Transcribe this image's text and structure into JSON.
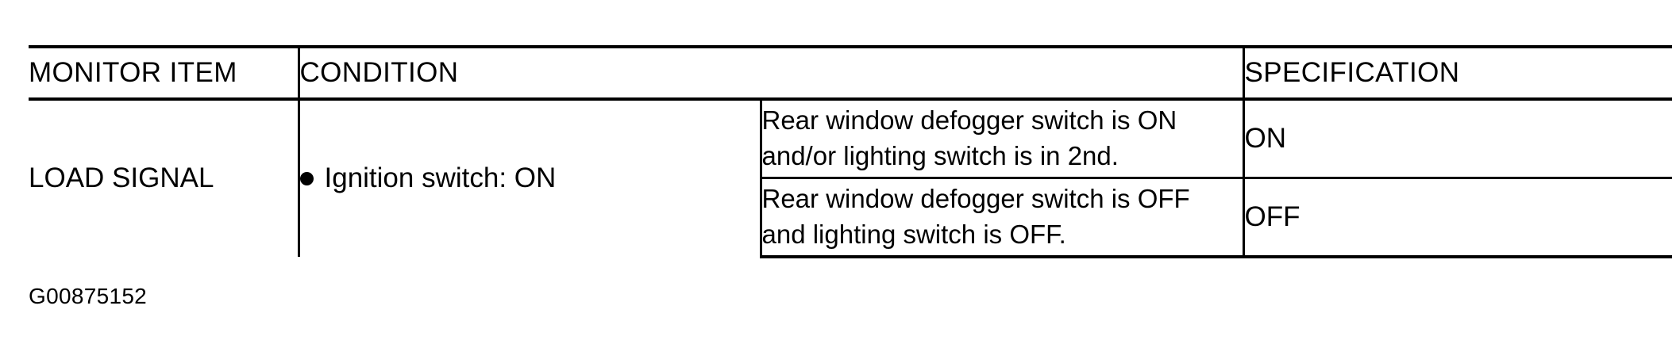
{
  "table": {
    "headers": [
      {
        "label": "MONITOR ITEM"
      },
      {
        "label": "CONDITION"
      },
      {
        "label": "SPECIFICATION"
      }
    ],
    "rows": [
      {
        "monitor_item": "LOAD SIGNAL",
        "condition": "Ignition switch: ON",
        "condition_bullet": "filled-circle-bullet",
        "sub_rows": [
          {
            "condition_line1": "Rear window defogger switch is ON",
            "condition_line2": "and/or lighting switch is in 2nd.",
            "specification": "ON"
          },
          {
            "condition_line1": "Rear window defogger switch is OFF",
            "condition_line2": "and lighting switch is OFF.",
            "specification": "OFF"
          }
        ]
      }
    ]
  },
  "caption": {
    "figure_code": "G00875152"
  },
  "colors": {
    "rule": "#000000",
    "text": "#000000",
    "background": "#ffffff"
  }
}
